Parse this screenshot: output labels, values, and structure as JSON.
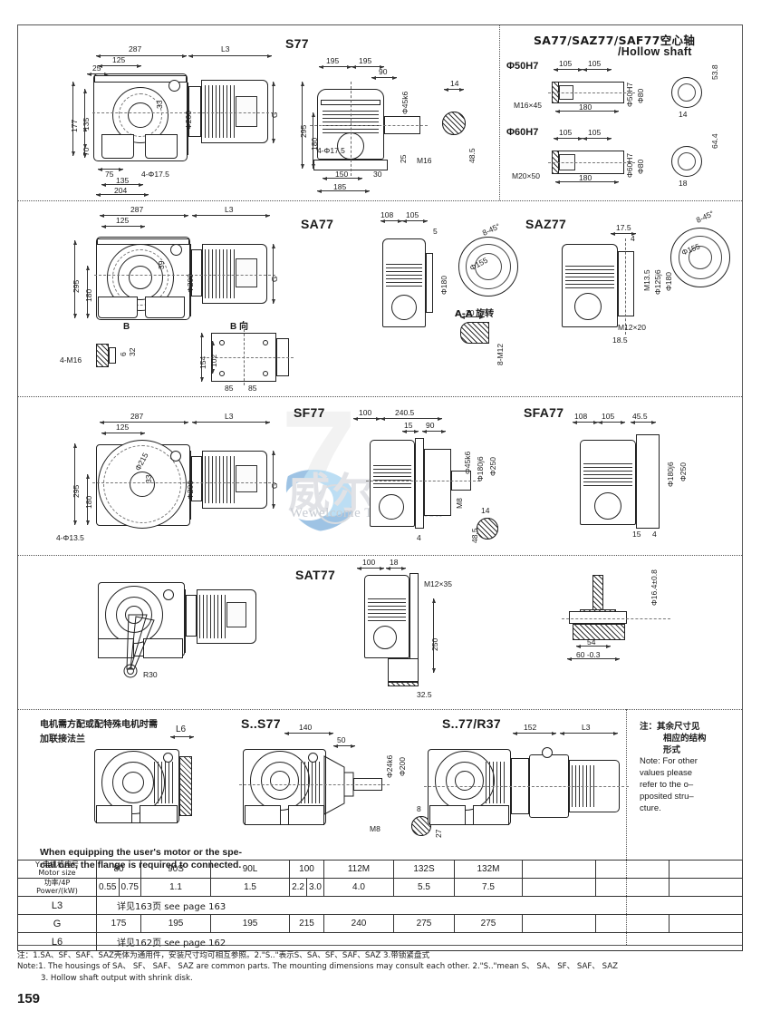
{
  "page": {
    "number": "159"
  },
  "watermark": {
    "big": "7",
    "cn": "威尔科",
    "en": "Wewelcome Transmission"
  },
  "sections": {
    "row1": {
      "left_title": "S77",
      "left_view_dims": [
        "287",
        "L3",
        "125",
        "25",
        "33",
        "177",
        "135",
        "70",
        "Φ200",
        "G",
        "75",
        "4-Φ17.5",
        "135",
        "204"
      ],
      "mid_view_dims": [
        "195",
        "195",
        "90",
        "Φ45k6",
        "14",
        "295",
        "180",
        "4-Φ17.5",
        "25",
        "M16",
        "48.5",
        "150",
        "30",
        "185"
      ],
      "right_title_cn": "SA77/SAZ77/SAF77空心轴",
      "right_title_en": "/Hollow shaft",
      "hollow": [
        {
          "bore": "Φ50H7",
          "a": "105",
          "b": "105",
          "len": "180",
          "screw": "M16×45",
          "od": "Φ80",
          "across": "53.8",
          "key": "14"
        },
        {
          "bore": "Φ60H7",
          "a": "105",
          "b": "105",
          "len": "180",
          "screw": "M20×50",
          "od": "Φ80",
          "across": "64.4",
          "key": "18"
        }
      ]
    },
    "row2": {
      "left_title": "SA77",
      "left_dims": [
        "287",
        "L3",
        "125",
        "39",
        "295",
        "180",
        "Φ200",
        "G",
        "B",
        "4-M16",
        "6",
        "32"
      ],
      "bview_label": "B 向",
      "bview_dims": [
        "154",
        "102",
        "85",
        "85"
      ],
      "mid_dims": [
        "108",
        "105",
        "5",
        "Φ180",
        "Φ155",
        "8-45°"
      ],
      "aa_label": "A-A 旋转",
      "aa_dims": [
        "20",
        "8-M12"
      ],
      "right_title": "SAZ77",
      "right_dims": [
        "17.5",
        "4",
        "M13.5",
        "Φ125j6",
        "Φ180",
        "M12×20",
        "18.5",
        "Φ155",
        "8-45°"
      ]
    },
    "row3": {
      "left_title": "SF77",
      "left_dims": [
        "287",
        "L3",
        "125",
        "Φ215",
        "33",
        "295",
        "180",
        "Φ200",
        "G",
        "4-Φ13.5"
      ],
      "mid_dims": [
        "100",
        "240.5",
        "15",
        "90",
        "Φ45k6",
        "Φ180j6",
        "Φ250",
        "M8",
        "4",
        "14",
        "48.5"
      ],
      "right_title": "SFA77",
      "right_dims": [
        "108",
        "105",
        "45.5",
        "Φ180j6",
        "Φ250",
        "15",
        "4"
      ]
    },
    "row4": {
      "left_title": "SAT77",
      "left_dims": [
        "R30"
      ],
      "mid_dims": [
        "100",
        "18",
        "M12×35",
        "250",
        "32.5"
      ],
      "right_dims": [
        "Φ16.4±0.8",
        "54",
        "60 -0.3"
      ]
    },
    "row5": {
      "note_cn_1": "电机需方配或配特殊电机时需",
      "note_cn_2": "加联接法兰",
      "note_en_1": "When equipping the user's motor or the spe-",
      "note_en_2": "cial one, the flange is required to connected.",
      "l6_label": "L6",
      "mid_title": "S..S77",
      "mid_dims": [
        "140",
        "50",
        "Φ24k6",
        "Φ200",
        "M8",
        "8",
        "27"
      ],
      "right_title": "S..77/R37",
      "right_dims": [
        "152",
        "L3"
      ],
      "sidenote": {
        "cn1": "注：其余尺寸见",
        "cn2": "相应的结构",
        "cn3": "形式",
        "en1": "Note: For other",
        "en2": "values please",
        "en3": "refer to the o–",
        "en4": "pposited stru–",
        "en5": "cture."
      }
    }
  },
  "table": {
    "rows": [
      {
        "label_cn": "Y₂电机机座号",
        "label_en": "Motor size",
        "cells": [
          "80",
          "90S",
          "90L",
          "100",
          "112M",
          "132S",
          "132M",
          "",
          "",
          ""
        ]
      },
      {
        "label_cn": "功率/4P",
        "label_en": "Power/(kW)",
        "cells": [
          "0.55",
          "0.75",
          "1.1",
          "1.5",
          "2.2",
          "3.0",
          "4.0",
          "5.5",
          "7.5",
          "",
          "",
          ""
        ]
      },
      {
        "label": "L3",
        "note": "详见163页   see page 163"
      },
      {
        "label": "G",
        "cells": [
          "175",
          "195",
          "195",
          "215",
          "240",
          "275",
          "275",
          "",
          "",
          ""
        ]
      },
      {
        "label": "L6",
        "note": "详见162页   see page 162"
      }
    ]
  },
  "footer": {
    "line1": "注：1.SA、SF、SAF、SAZ壳体为通用件，安装尺寸均可相互参照。2.\"S..\"表示S、SA、SF、SAF、SAZ 3.带锁紧盘式",
    "line2": "Note:1. The housings of SA、 SF、 SAF、 SAZ are common parts. The mounting dimensions may consult each other. 2.\"S..\"mean S、 SA、 SF、 SAF、 SAZ",
    "line3": "3. Hollow shaft output with shrink disk."
  }
}
